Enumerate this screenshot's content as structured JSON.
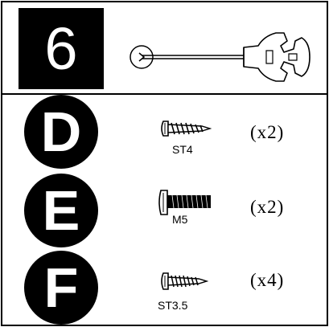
{
  "step": {
    "number": "6"
  },
  "tool": {
    "icon": "wrench-tool-icon"
  },
  "parts": [
    {
      "letter": "D",
      "label": "ST4",
      "quantity": "(x2)",
      "icon": "tapping-screw-icon"
    },
    {
      "letter": "E",
      "label": "M5",
      "quantity": "(x2)",
      "icon": "machine-screw-icon"
    },
    {
      "letter": "F",
      "label": "ST3.5",
      "quantity": "(x4)",
      "icon": "tapping-screw-icon"
    }
  ],
  "colors": {
    "ink": "#000000",
    "paper": "#ffffff"
  }
}
